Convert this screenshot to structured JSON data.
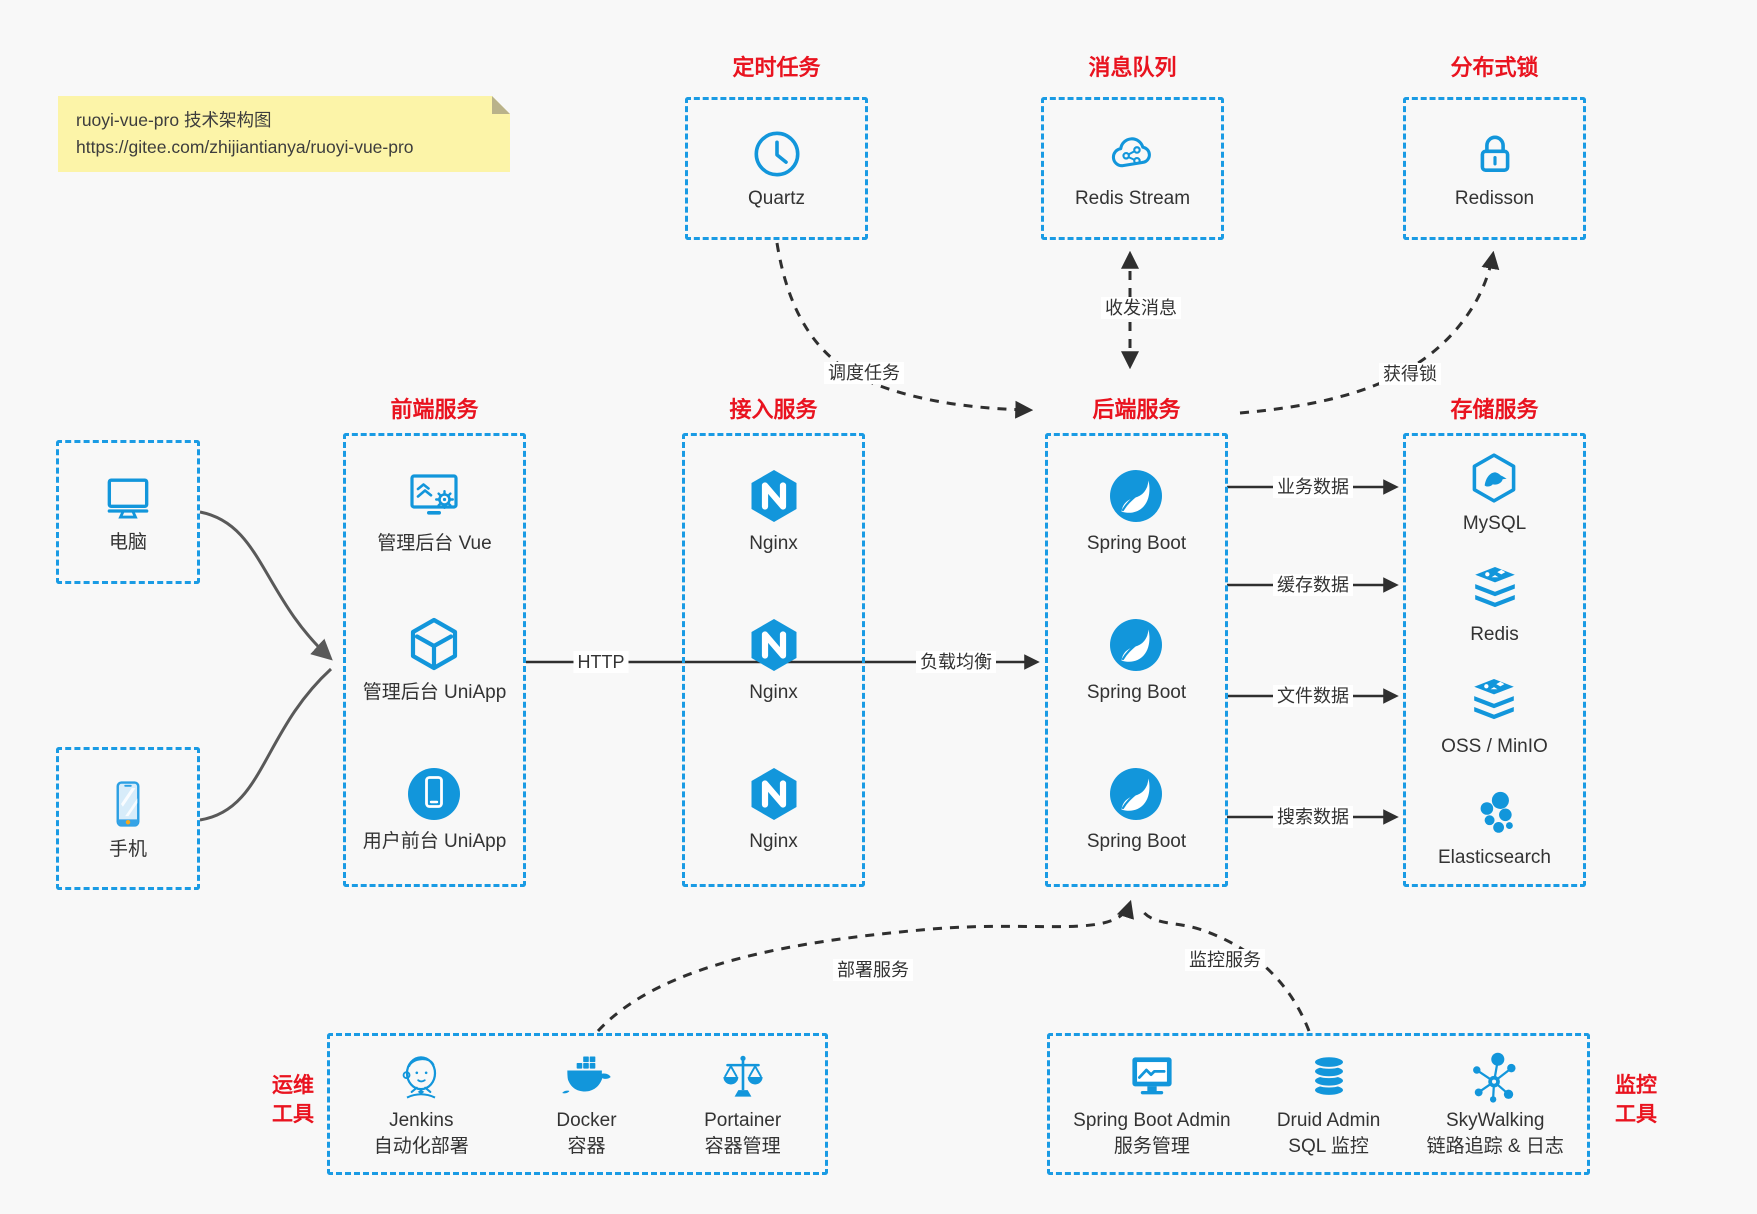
{
  "note": {
    "line1": "ruoyi-vue-pro 技术架构图",
    "line2": "https://gitee.com/zhijiantianya/ruoyi-vue-pro"
  },
  "colors": {
    "accent_blue": "#1296db",
    "border_blue": "#1a9be4",
    "title_red": "#e9131f",
    "arrow_dark": "#2f2f2f",
    "arrow_gray": "#595959",
    "note_bg": "#fcf4a8"
  },
  "timer": {
    "title": "定时任务",
    "item": "Quartz"
  },
  "mq": {
    "title": "消息队列",
    "item": "Redis Stream"
  },
  "lock": {
    "title": "分布式锁",
    "item": "Redisson"
  },
  "devices": {
    "pc": "电脑",
    "phone": "手机"
  },
  "frontend": {
    "title": "前端服务",
    "items": [
      "管理后台 Vue",
      "管理后台 UniApp",
      "用户前台 UniApp"
    ]
  },
  "gateway": {
    "title": "接入服务",
    "items": [
      "Nginx",
      "Nginx",
      "Nginx"
    ]
  },
  "backend": {
    "title": "后端服务",
    "items": [
      "Spring Boot",
      "Spring Boot",
      "Spring Boot"
    ]
  },
  "storage": {
    "title": "存储服务",
    "items": [
      "MySQL",
      "Redis",
      "OSS / MinIO",
      "Elasticsearch"
    ]
  },
  "ops": {
    "title_line1": "运维",
    "title_line2": "工具",
    "items": [
      {
        "name": "Jenkins",
        "desc": "自动化部署"
      },
      {
        "name": "Docker",
        "desc": "容器"
      },
      {
        "name": "Portainer",
        "desc": "容器管理"
      }
    ]
  },
  "monitor": {
    "title_line1": "监控",
    "title_line2": "工具",
    "items": [
      {
        "name": "Spring Boot Admin",
        "desc": "服务管理"
      },
      {
        "name": "Druid Admin",
        "desc": "SQL 监控"
      },
      {
        "name": "SkyWalking",
        "desc": "链路追踪 & 日志"
      }
    ]
  },
  "edges": {
    "http": "HTTP",
    "load_balance": "负载均衡",
    "biz_data": "业务数据",
    "cache_data": "缓存数据",
    "file_data": "文件数据",
    "search_data": "搜索数据",
    "schedule": "调度任务",
    "message": "收发消息",
    "get_lock": "获得锁",
    "deploy": "部署服务",
    "monitor_svc": "监控服务"
  }
}
